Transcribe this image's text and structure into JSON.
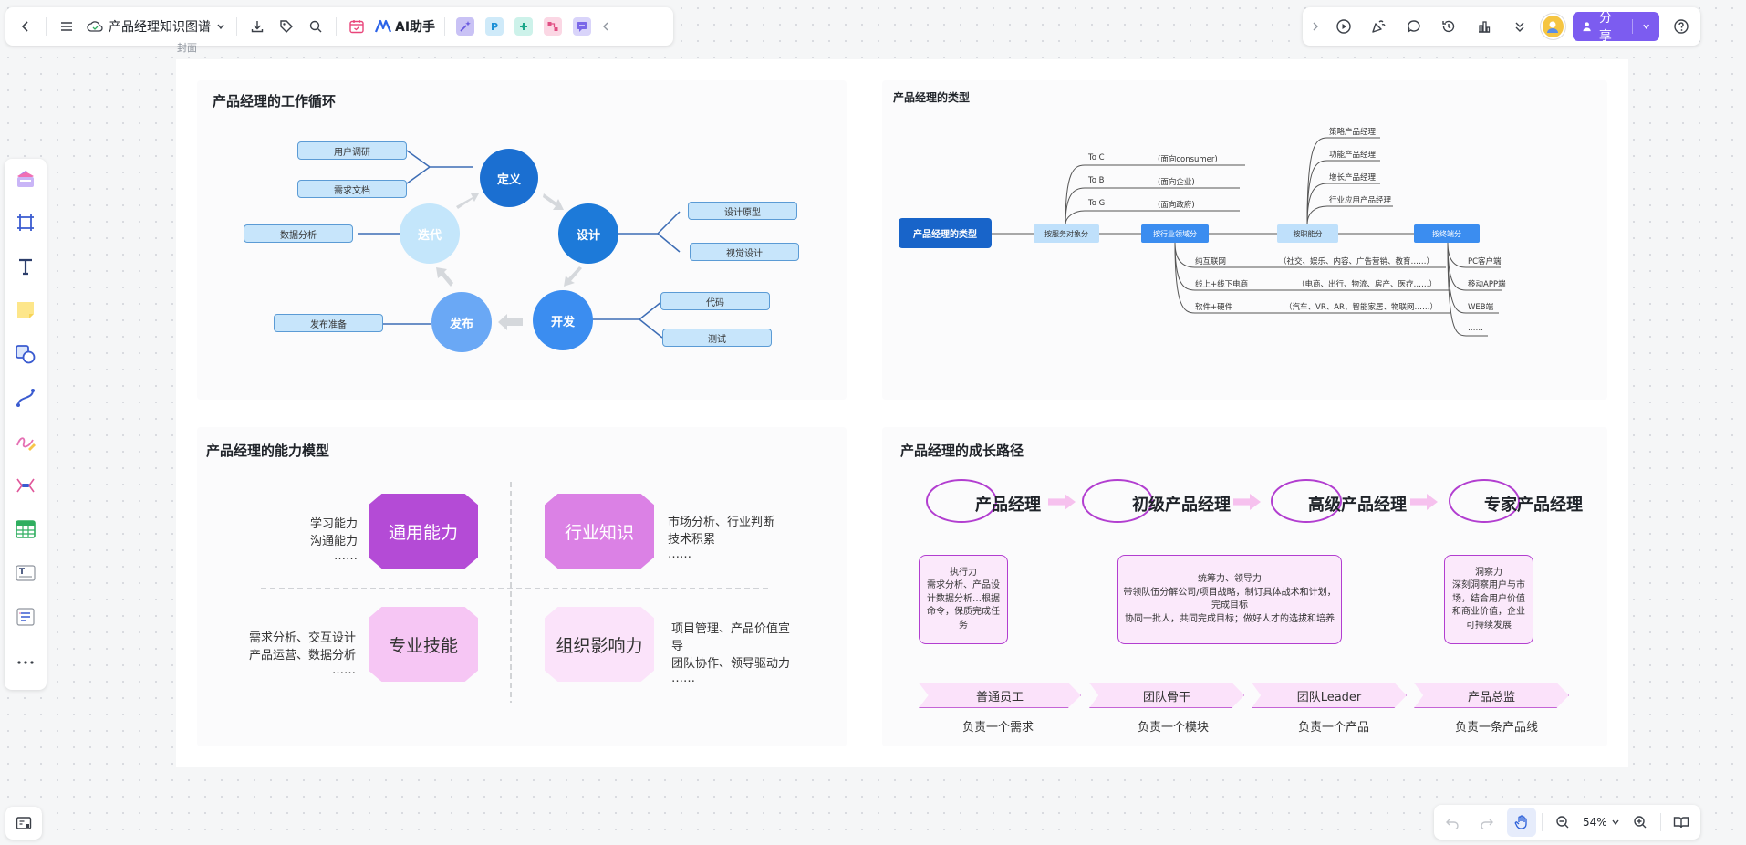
{
  "top_toolbar": {
    "doc_title": "产品经理知识图谱",
    "ai_label": "AI助手",
    "apps": [
      "P"
    ]
  },
  "right_toolbar": {
    "share_label": "分享"
  },
  "cover_label": "封面",
  "panel1": {
    "title": "产品经理的工作循环",
    "circles": {
      "define": "定义",
      "design": "设计",
      "develop": "开发",
      "release": "发布",
      "iterate": "迭代"
    },
    "leaves": {
      "user_research": "用户调研",
      "requirement_doc": "需求文档",
      "data_analysis": "数据分析",
      "prototype": "设计原型",
      "visual_design": "视觉设计",
      "code": "代码",
      "test": "测试",
      "release_prep": "发布准备"
    }
  },
  "panel2": {
    "title": "产品经理的类型",
    "root": "产品经理的类型",
    "branches": {
      "by_target": "按服务对象分",
      "by_industry": "按行业领域分",
      "by_function": "按职能分",
      "by_platform": "按终端分"
    },
    "target_items": [
      {
        "label": "To C",
        "note": "(面向consumer)"
      },
      {
        "label": "To B",
        "note": "(面向企业)"
      },
      {
        "label": "To G",
        "note": "(面向政府)"
      }
    ],
    "industry_items": [
      {
        "label": "纯互联网",
        "note": "（社交、娱乐、内容、广告营销、教育……）"
      },
      {
        "label": "线上+线下电商",
        "note": "（电商、出行、物流、房产、医疗……）"
      },
      {
        "label": "软件+硬件",
        "note": "（汽车、VR、AR、智能家居、物联网……）"
      }
    ],
    "function_items": [
      "策略产品经理",
      "功能产品经理",
      "增长产品经理",
      "行业应用产品经理"
    ],
    "platform_items": [
      "PC客户端",
      "移动APP端",
      "WEB端",
      "……"
    ]
  },
  "panel3": {
    "title": "产品经理的能力模型",
    "cells": {
      "general": "通用能力",
      "industry": "行业知识",
      "professional": "专业技能",
      "influence": "组织影响力"
    },
    "texts": {
      "general": [
        "学习能力",
        "沟通能力",
        "……"
      ],
      "industry": [
        "市场分析、行业判断",
        "技术积累",
        "……"
      ],
      "professional": [
        "需求分析、交互设计",
        "产品运营、数据分析",
        "……"
      ],
      "influence": [
        "项目管理、产品价值宣",
        "导",
        "团队协作、领导驱动力",
        "……"
      ]
    }
  },
  "panel4": {
    "title": "产品经理的成长路径",
    "stages": [
      "产品经理",
      "初级产品经理",
      "高级产品经理",
      "专家产品经理"
    ],
    "boxes": [
      [
        "执行力",
        "需求分析、产品设",
        "计数据分析…根据",
        "命令，保质完成任",
        "务"
      ],
      [
        "统筹力、领导力",
        "带领队伍分解公司/项目战略，制订具体战术和计划，",
        "完成目标",
        "协同一批人，共同完成目标；做好人才的选拔和培养"
      ],
      [
        "洞察力",
        "深刻洞察用户与市",
        "场，结合用户价值",
        "和商业价值，企业",
        "可持续发展"
      ]
    ],
    "levels": [
      {
        "label": "普通员工",
        "sub": "负责一个需求"
      },
      {
        "label": "团队骨干",
        "sub": "负责一个模块"
      },
      {
        "label": "团队Leader",
        "sub": "负责一个产品"
      },
      {
        "label": "产品总监",
        "sub": "负责一条产品线"
      }
    ]
  },
  "bottom_toolbar": {
    "zoom": "54%"
  },
  "colors": {
    "accent": "#7c5cf0",
    "define_blue": "#1b6fd1",
    "design_blue": "#1d7ad9",
    "develop_blue": "#3b8df0",
    "release_blue": "#6aa8f5",
    "iterate_blue": "#c4e6fb",
    "leaf_blue": "#c7e5fb",
    "purple_dark": "#b44bd6",
    "purple_mid": "#db81e5",
    "pink_light": "#f6c6f4",
    "pink_lighter": "#fbe2fa"
  }
}
